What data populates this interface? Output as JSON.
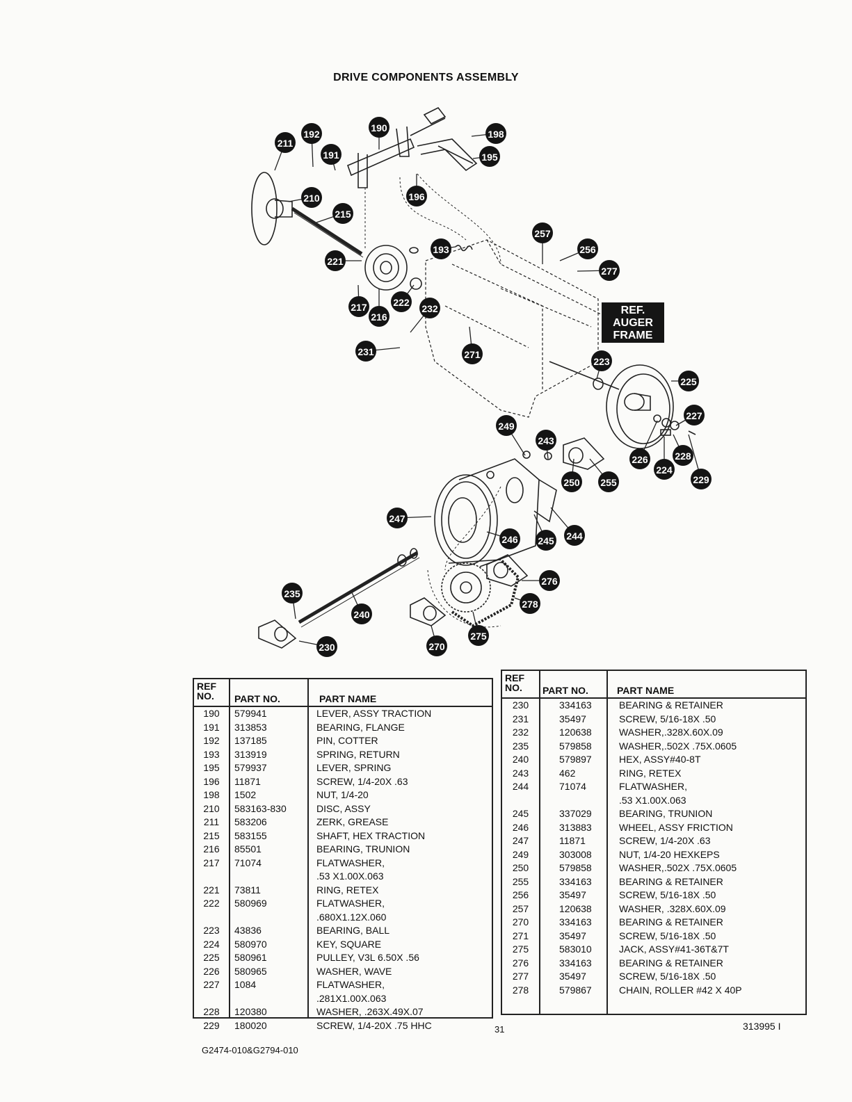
{
  "page": {
    "title": "DRIVE COMPONENTS ASSEMBLY",
    "ref_label": [
      "REF.",
      "AUGER",
      "FRAME"
    ],
    "model_code": "G2474-010&G2794-010",
    "page_number": "31",
    "doc_number": "313995 I"
  },
  "callouts": [
    "190",
    "191",
    "192",
    "193",
    "195",
    "196",
    "198",
    "210",
    "211",
    "215",
    "216",
    "217",
    "221",
    "222",
    "223",
    "224",
    "225",
    "226",
    "227",
    "228",
    "229",
    "230",
    "231",
    "232",
    "235",
    "240",
    "243",
    "244",
    "245",
    "246",
    "247",
    "249",
    "250",
    "255",
    "256",
    "257",
    "270",
    "271",
    "275",
    "276",
    "277",
    "278"
  ],
  "table_headers": {
    "ref": [
      "REF",
      "NO."
    ],
    "part": "PART NO.",
    "name": "PART NAME"
  },
  "parts_left": [
    {
      "ref": "190",
      "part": "579941",
      "name": "LEVER, ASSY TRACTION"
    },
    {
      "ref": "191",
      "part": "313853",
      "name": "BEARING, FLANGE"
    },
    {
      "ref": "192",
      "part": "137185",
      "name": "PIN, COTTER"
    },
    {
      "ref": "193",
      "part": "313919",
      "name": "SPRING, RETURN"
    },
    {
      "ref": "195",
      "part": "579937",
      "name": "LEVER, SPRING"
    },
    {
      "ref": "196",
      "part": "11871",
      "name": "SCREW, 1/4-20X .63"
    },
    {
      "ref": "198",
      "part": "1502",
      "name": "NUT, 1/4-20"
    },
    {
      "ref": "210",
      "part": "583163-830",
      "name": "DISC, ASSY"
    },
    {
      "ref": "211",
      "part": "583206",
      "name": "ZERK, GREASE"
    },
    {
      "ref": "215",
      "part": "583155",
      "name": "SHAFT, HEX TRACTION"
    },
    {
      "ref": "216",
      "part": "85501",
      "name": "BEARING, TRUNION"
    },
    {
      "ref": "217",
      "part": "71074",
      "name": "FLATWASHER,",
      "name2": ".53 X1.00X.063"
    },
    {
      "ref": "221",
      "part": "73811",
      "name": "RING, RETEX"
    },
    {
      "ref": "222",
      "part": "580969",
      "name": "FLATWASHER,",
      "name2": ".680X1.12X.060"
    },
    {
      "ref": "223",
      "part": "43836",
      "name": "BEARING, BALL"
    },
    {
      "ref": "224",
      "part": "580970",
      "name": "KEY, SQUARE"
    },
    {
      "ref": "225",
      "part": "580961",
      "name": "PULLEY, V3L 6.50X .56"
    },
    {
      "ref": "226",
      "part": "580965",
      "name": "WASHER, WAVE"
    },
    {
      "ref": "227",
      "part": "1084",
      "name": "FLATWASHER,",
      "name2": ".281X1.00X.063"
    },
    {
      "ref": "228",
      "part": "120380",
      "name": "WASHER, .263X.49X.07"
    },
    {
      "ref": "229",
      "part": "180020",
      "name": "SCREW, 1/4-20X .75 HHC"
    }
  ],
  "parts_right": [
    {
      "ref": "230",
      "part": "334163",
      "name": "BEARING & RETAINER"
    },
    {
      "ref": "231",
      "part": "35497",
      "name": "SCREW, 5/16-18X .50"
    },
    {
      "ref": "232",
      "part": "120638",
      "name": "WASHER,.328X.60X.09"
    },
    {
      "ref": "235",
      "part": "579858",
      "name": "WASHER,.502X .75X.0605"
    },
    {
      "ref": "240",
      "part": "579897",
      "name": "HEX, ASSY#40-8T"
    },
    {
      "ref": "243",
      "part": "462",
      "name": "RING, RETEX"
    },
    {
      "ref": "244",
      "part": "71074",
      "name": "FLATWASHER,",
      "name2": ".53 X1.00X.063"
    },
    {
      "ref": "245",
      "part": "337029",
      "name": "BEARING, TRUNION"
    },
    {
      "ref": "246",
      "part": "313883",
      "name": "WHEEL, ASSY FRICTION"
    },
    {
      "ref": "247",
      "part": "11871",
      "name": "SCREW, 1/4-20X .63"
    },
    {
      "ref": "249",
      "part": "303008",
      "name": "NUT, 1/4-20 HEXKEPS"
    },
    {
      "ref": "250",
      "part": "579858",
      "name": "WASHER,.502X .75X.0605"
    },
    {
      "ref": "255",
      "part": "334163",
      "name": "BEARING & RETAINER"
    },
    {
      "ref": "256",
      "part": "35497",
      "name": "SCREW, 5/16-18X .50"
    },
    {
      "ref": "257",
      "part": "120638",
      "name": "WASHER, .328X.60X.09"
    },
    {
      "ref": "270",
      "part": "334163",
      "name": "BEARING & RETAINER"
    },
    {
      "ref": "271",
      "part": "35497",
      "name": "SCREW, 5/16-18X .50"
    },
    {
      "ref": "275",
      "part": "583010",
      "name": "JACK, ASSY#41-36T&7T"
    },
    {
      "ref": "276",
      "part": "334163",
      "name": "BEARING & RETAINER"
    },
    {
      "ref": "277",
      "part": "35497",
      "name": "SCREW, 5/16-18X .50"
    },
    {
      "ref": "278",
      "part": "579867",
      "name": "CHAIN, ROLLER #42 X 40P"
    }
  ]
}
